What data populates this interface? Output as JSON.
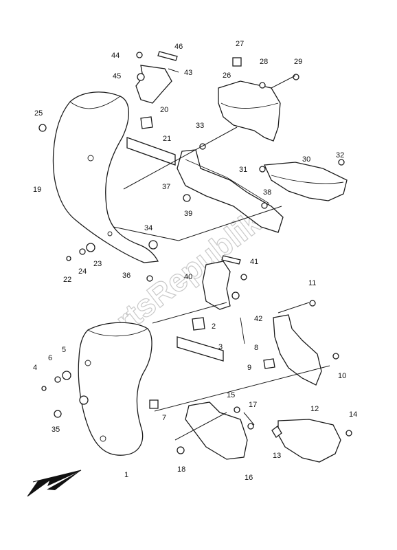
{
  "watermark": "PartsRepublik",
  "callouts": [
    "1",
    "2",
    "3",
    "4",
    "5",
    "6",
    "7",
    "8",
    "9",
    "10",
    "11",
    "12",
    "13",
    "14",
    "15",
    "16",
    "17",
    "18",
    "19",
    "20",
    "21",
    "22",
    "23",
    "24",
    "25",
    "26",
    "27",
    "28",
    "29",
    "30",
    "31",
    "32",
    "33",
    "34",
    "35",
    "36",
    "37",
    "38",
    "39",
    "40",
    "41",
    "42",
    "43",
    "44",
    "45",
    "46"
  ],
  "colors": {
    "line": "#1a1a1a",
    "watermark": "#c9c9c9",
    "background": "#ffffff"
  },
  "icons": {
    "direction": "front-arrow-icon"
  }
}
